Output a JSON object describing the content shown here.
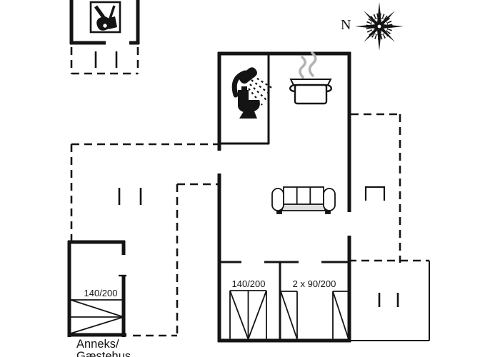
{
  "labels": {
    "compass_north": "N",
    "main_double_bed": "140/200",
    "twin_beds": "2 x 90/200",
    "annex_bed": "140/200",
    "annex_line1": "Anneks/",
    "annex_line2": "Gæstehus"
  },
  "icons": {
    "compass": "compass-rose",
    "shed": "garden-tools",
    "bathroom": "shower-and-toilet",
    "kitchen": "cooking-pot",
    "living_room": "sofa",
    "bedroom1": "double-bed",
    "bedroom2": "two-single-beds",
    "annex": "double-bed-horizontal"
  },
  "colors": {
    "line": "#141414",
    "steam": "#b3b3b3",
    "background": "#ffffff"
  }
}
